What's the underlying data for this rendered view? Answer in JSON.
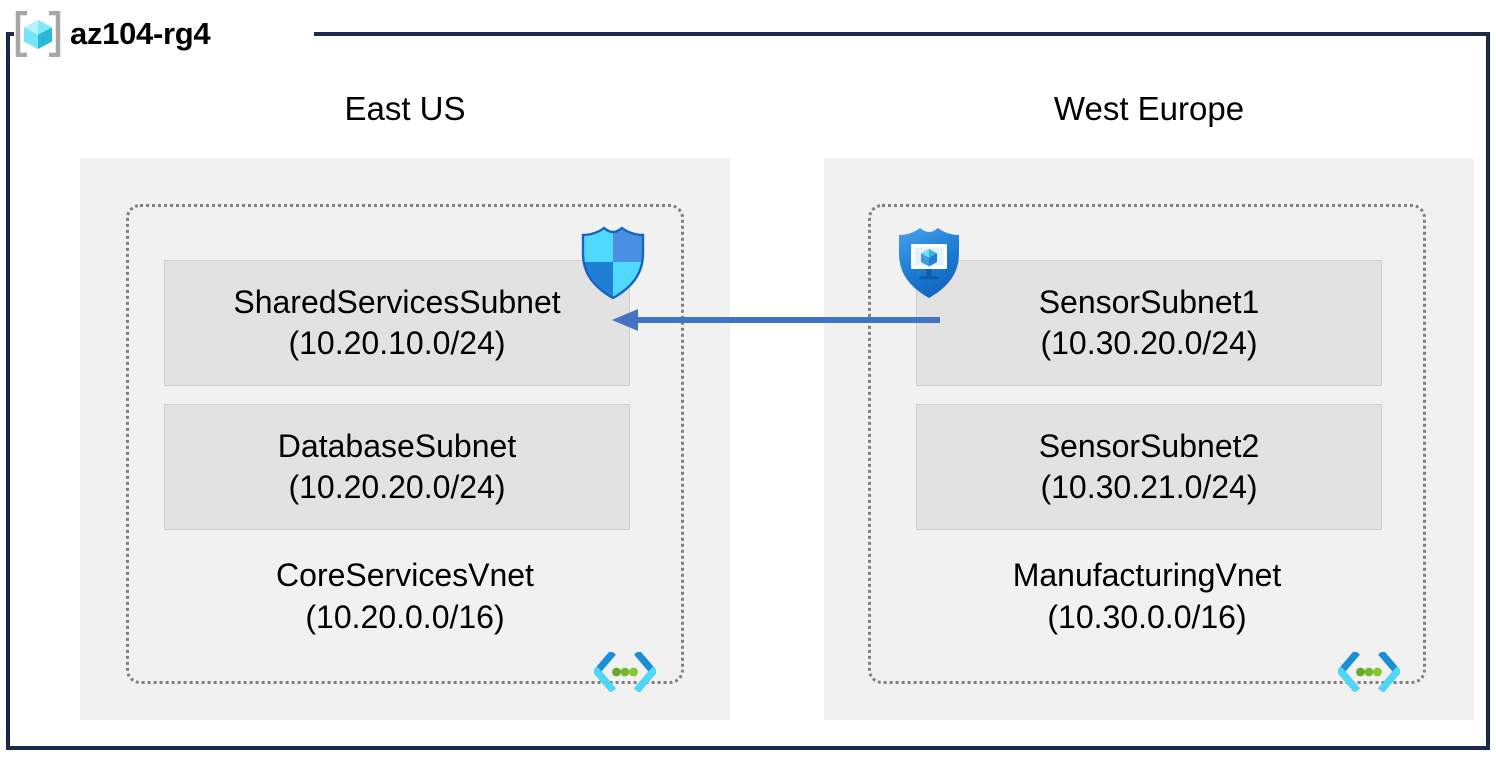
{
  "resource_group": {
    "name": "az104-rg4",
    "icon": "resource-group-cube-icon",
    "frame_color": "#1b2a4a"
  },
  "regions": [
    {
      "id": "eastus",
      "label": "East US"
    },
    {
      "id": "westeurope",
      "label": "West Europe"
    }
  ],
  "vnets": [
    {
      "id": "coreservicesvnet",
      "name": "CoreServicesVnet",
      "cidr": "(10.20.0.0/16)",
      "region": "East US",
      "icon": "virtual-network-icon",
      "subnets": [
        {
          "id": "sharedservicessubnet",
          "name": "SharedServicesSubnet",
          "cidr": "(10.20.10.0/24)",
          "attached_icon": "security-shield-icon"
        },
        {
          "id": "databasesubnet",
          "name": "DatabaseSubnet",
          "cidr": "(10.20.20.0/24)",
          "attached_icon": ""
        }
      ]
    },
    {
      "id": "manufacturingvnet",
      "name": "ManufacturingVnet",
      "cidr": "(10.30.0.0/16)",
      "region": "West Europe",
      "icon": "virtual-network-icon",
      "subnets": [
        {
          "id": "sensorsubnet1",
          "name": "SensorSubnet1",
          "cidr": "(10.30.20.0/24)",
          "attached_icon": "defender-shield-monitor-icon"
        },
        {
          "id": "sensorsubnet2",
          "name": "SensorSubnet2",
          "cidr": "(10.30.21.0/24)",
          "attached_icon": ""
        }
      ]
    }
  ],
  "connections": [
    {
      "id": "vnet-peering",
      "from": "SensorSubnet1",
      "to": "SharedServicesSubnet",
      "direction": "right-to-left",
      "color": "#4472c4",
      "label": ""
    }
  ],
  "colors": {
    "frame": "#1b2a4a",
    "region_fill": "#f1f1f1",
    "vnet_border": "#808080",
    "subnet_fill": "#e2e2e2",
    "arrow": "#4472c4",
    "azure_blue": "#0078d4",
    "cube_cyan": "#50e6ff",
    "vnet_green": "#5e9624"
  }
}
